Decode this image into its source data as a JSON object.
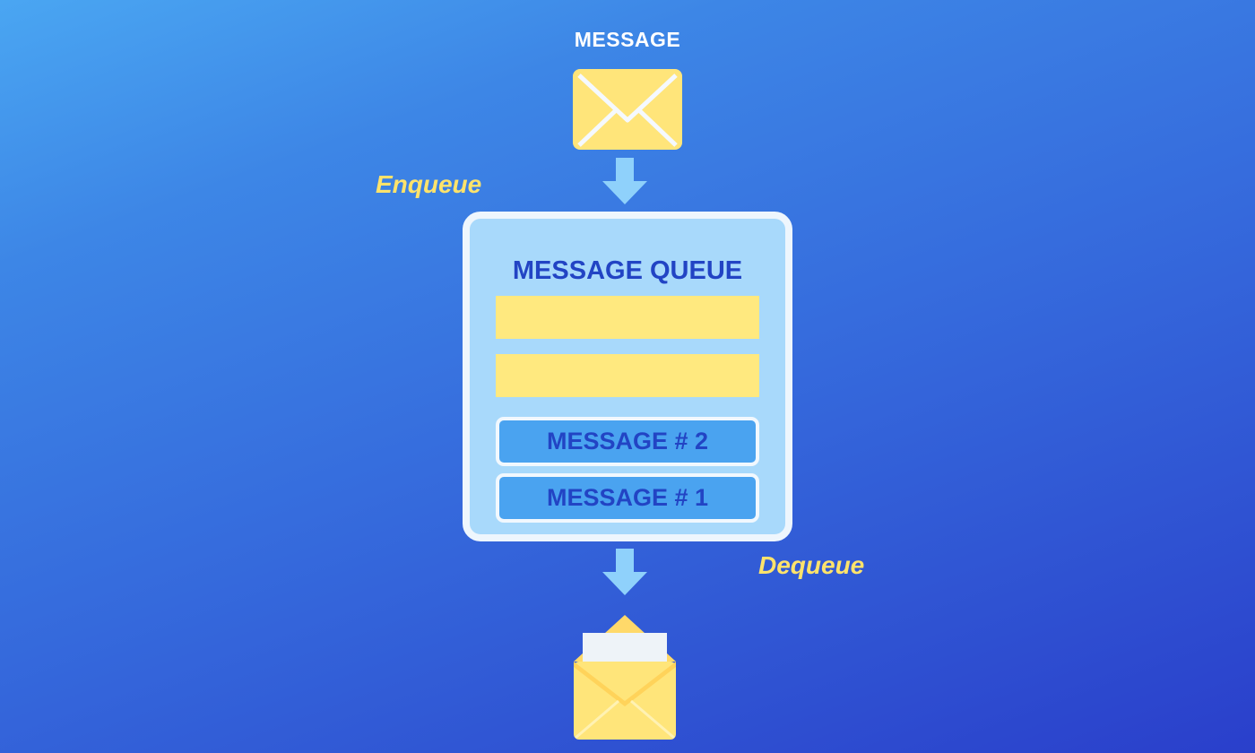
{
  "diagram": {
    "top_label": "MESSAGE",
    "enqueue_label": "Enqueue",
    "dequeue_label": "Dequeue",
    "queue": {
      "title": "MESSAGE QUEUE",
      "empty_slots": 2,
      "messages": [
        "MESSAGE # 2",
        "MESSAGE # 1"
      ]
    },
    "colors": {
      "background_start": "#4aa6f2",
      "background_end": "#2a3fcb",
      "accent_yellow": "#ffe36b",
      "queue_fill": "#a8d9fb",
      "message_fill": "#4aa3f0",
      "text_blue": "#2244c4"
    },
    "icons": [
      "envelope-closed-icon",
      "arrow-down-icon",
      "envelope-open-icon"
    ]
  }
}
